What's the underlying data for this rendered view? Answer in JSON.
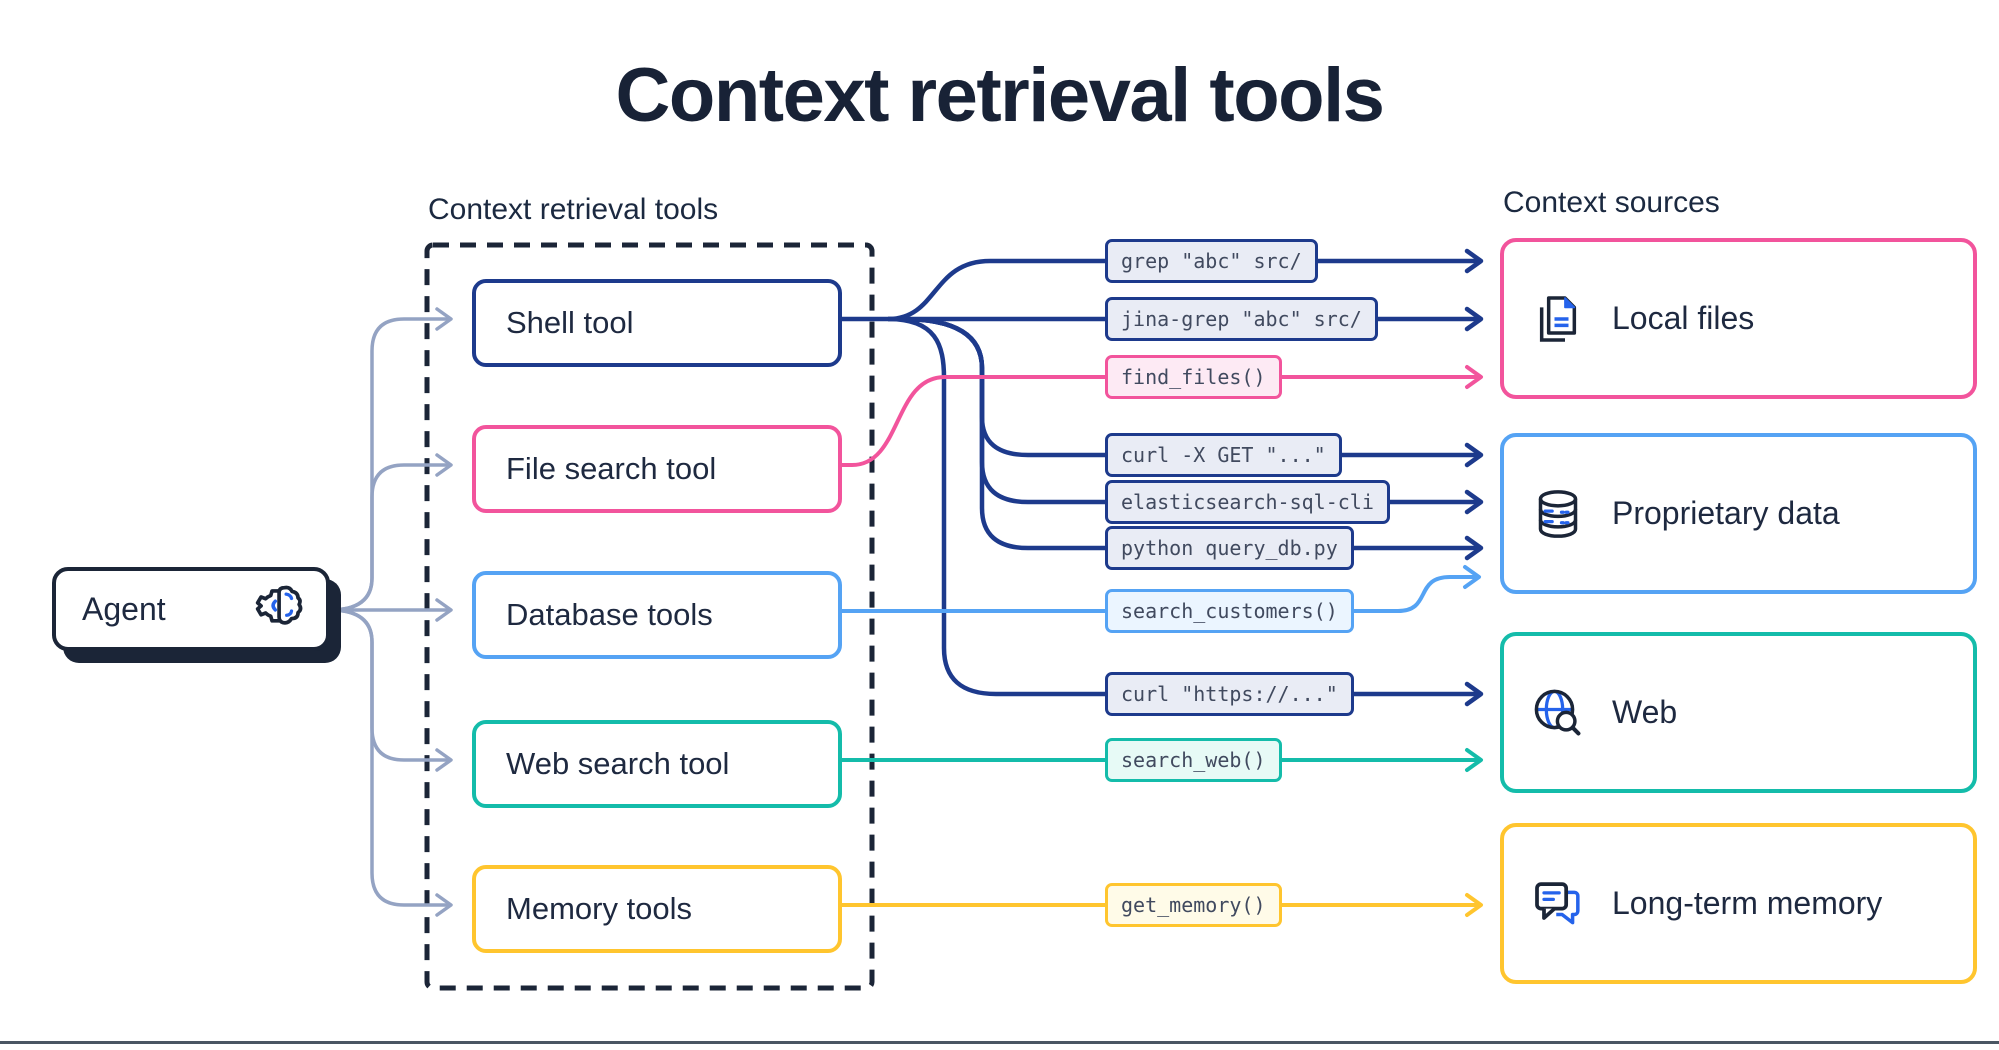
{
  "title": "Context retrieval tools",
  "left_group": {
    "label": "Context retrieval tools"
  },
  "right_group": {
    "label": "Context sources"
  },
  "agent": {
    "label": "Agent",
    "icon": "gear-brain-icon"
  },
  "tools": [
    {
      "id": "shell-tool",
      "label": "Shell tool",
      "color": "#1d3a8c"
    },
    {
      "id": "file-search-tool",
      "label": "File search tool",
      "color": "#f2549c"
    },
    {
      "id": "database-tools",
      "label": "Database tools",
      "color": "#55a3f4"
    },
    {
      "id": "web-search-tool",
      "label": "Web search tool",
      "color": "#14bcaa"
    },
    {
      "id": "memory-tools",
      "label": "Memory tools",
      "color": "#ffc52e"
    }
  ],
  "commands": [
    {
      "label": "grep \"abc\" src/",
      "style": "navy"
    },
    {
      "label": "jina-grep \"abc\" src/",
      "style": "navy"
    },
    {
      "label": "find_files()",
      "style": "pink"
    },
    {
      "label": "curl -X GET \"...\"",
      "style": "navy"
    },
    {
      "label": "elasticsearch-sql-cli",
      "style": "navy"
    },
    {
      "label": "python query_db.py",
      "style": "navy"
    },
    {
      "label": "search_customers()",
      "style": "blue"
    },
    {
      "label": "curl \"https://...\"",
      "style": "navy"
    },
    {
      "label": "search_web()",
      "style": "teal"
    },
    {
      "label": "get_memory()",
      "style": "yellow"
    }
  ],
  "sources": [
    {
      "label": "Local files",
      "icon": "documents-icon",
      "color": "#f2549c"
    },
    {
      "label": "Proprietary data",
      "icon": "database-icon",
      "color": "#55a3f4"
    },
    {
      "label": "Web",
      "icon": "globe-search-icon",
      "color": "#14bcaa"
    },
    {
      "label": "Long-term memory",
      "icon": "chat-bubbles-icon",
      "color": "#ffc52e"
    }
  ],
  "colors": {
    "dark": "#1b2537",
    "navy": "#1d3a8c",
    "pink": "#f2549c",
    "blue": "#55a3f4",
    "teal": "#14bcaa",
    "yellow": "#ffc52e",
    "connector_gray": "#94a3c3",
    "icon_accent_blue": "#2563eb"
  }
}
